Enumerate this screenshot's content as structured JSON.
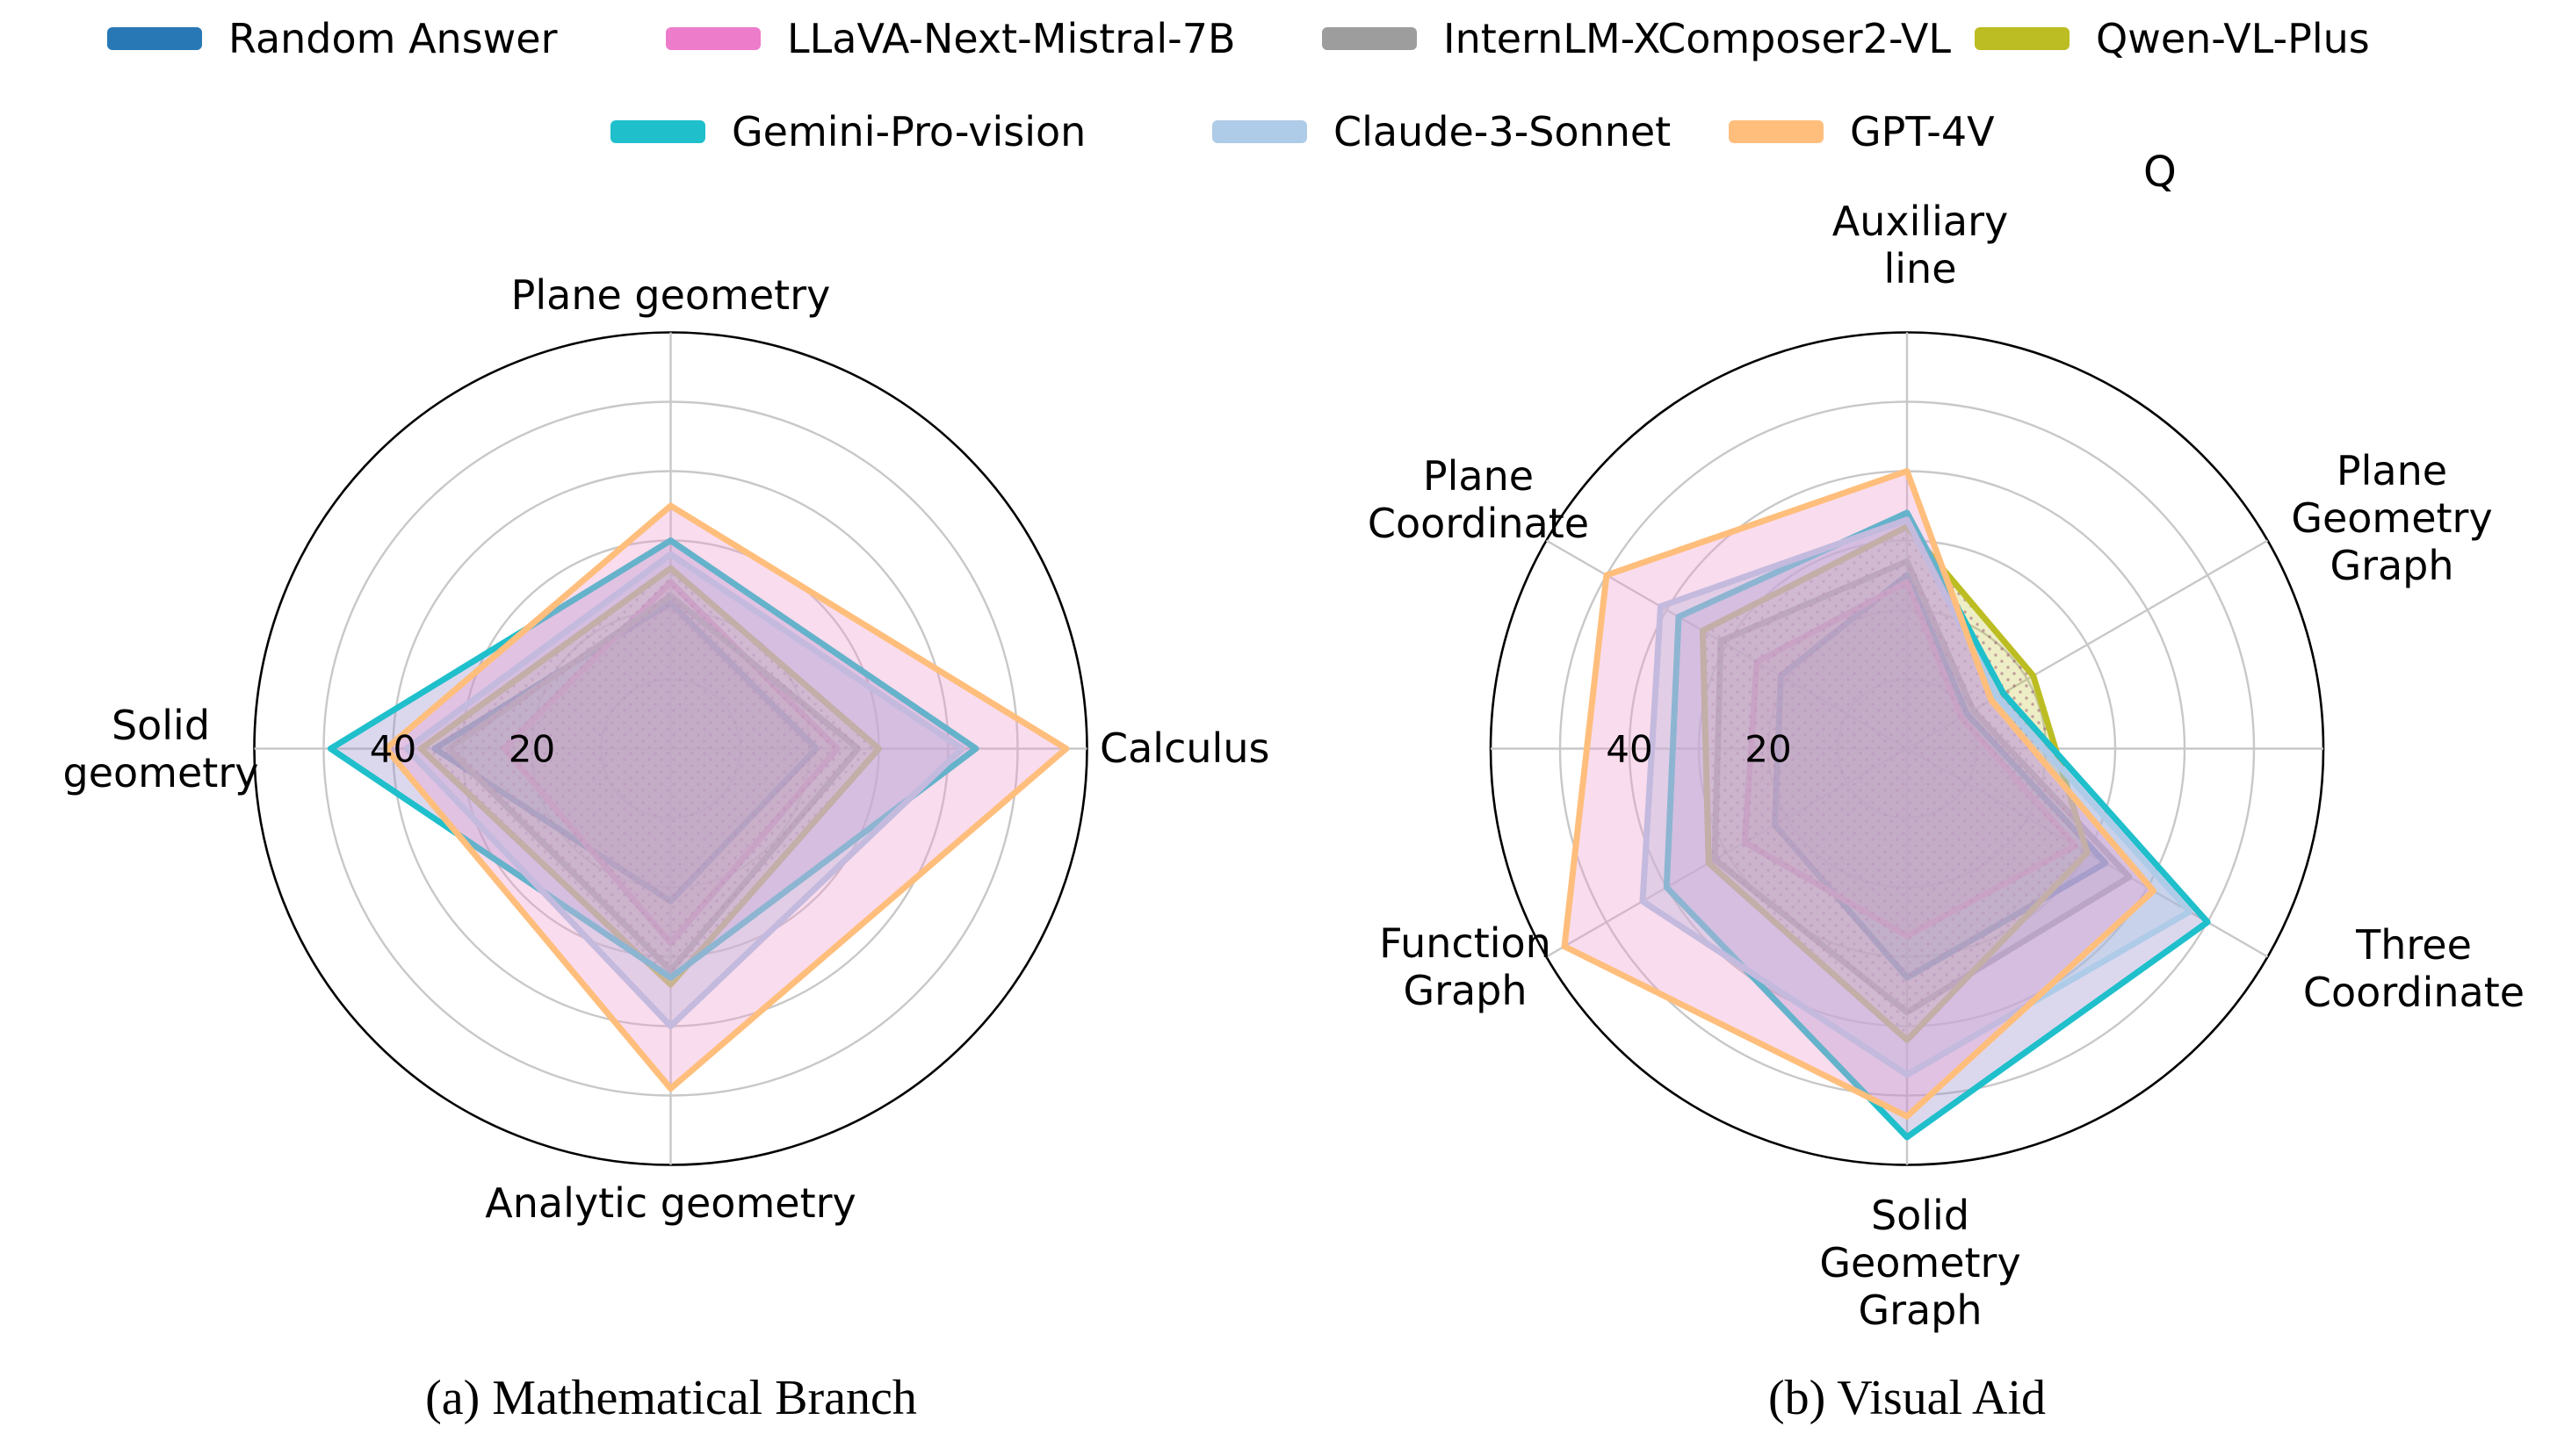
{
  "stray_text": "Q",
  "legend": {
    "rows": [
      [
        {
          "label": "Random Answer",
          "color": "#2878B5"
        },
        {
          "label": "LLaVA-Next-Mistral-7B",
          "color": "#ED7CCB"
        },
        {
          "label": "InternLM-XComposer2-VL",
          "color": "#9D9D9D"
        },
        {
          "label": "Qwen-VL-Plus",
          "color": "#BCBD22"
        }
      ],
      [
        {
          "label": "Gemini-Pro-vision",
          "color": "#1FBFCB"
        },
        {
          "label": "Claude-3-Sonnet",
          "color": "#AECBE8"
        },
        {
          "label": "GPT-4V",
          "color": "#FFBE7C"
        }
      ]
    ]
  },
  "chart_data": [
    {
      "type": "radar",
      "caption": "(a) Mathematical Branch",
      "rmax": 60,
      "rticks": [
        20,
        40
      ],
      "grid": "on",
      "axes": [
        {
          "label_lines": [
            "Plane geometry"
          ],
          "angle_deg": 90
        },
        {
          "label_lines": [
            "Calculus"
          ],
          "angle_deg": 0
        },
        {
          "label_lines": [
            "Analytic geometry"
          ],
          "angle_deg": 270
        },
        {
          "label_lines": [
            "Solid",
            "geometry"
          ],
          "angle_deg": 180
        }
      ],
      "series": [
        {
          "name": "Random Answer",
          "color": "#2878B5",
          "fill": "rgba(40,120,181,0.30)",
          "hatch": false,
          "values": [
            21,
            21,
            22,
            34
          ]
        },
        {
          "name": "LLaVA-Next-Mistral-7B",
          "color": "#ED7CCB",
          "fill": "rgba(237,124,203,0.30)",
          "hatch": false,
          "values": [
            24,
            24,
            28,
            24
          ]
        },
        {
          "name": "InternLM-XComposer2-VL",
          "color": "#9D9D9D",
          "fill": "rgba(158,158,158,0.30)",
          "hatch": false,
          "values": [
            22,
            27,
            32,
            32
          ]
        },
        {
          "name": "Qwen-VL-Plus",
          "color": "#BCBD22",
          "fill": "rgba(188,189,34,0.26)",
          "hatch": true,
          "values": [
            26,
            30,
            34,
            36
          ]
        },
        {
          "name": "Gemini-Pro-vision",
          "color": "#1FBFCB",
          "fill": "rgba(149,141,205,0.34)",
          "hatch": false,
          "values": [
            30,
            44,
            33,
            49
          ]
        },
        {
          "name": "Claude-3-Sonnet",
          "color": "#AECBE8",
          "fill": "rgba(174,203,232,0.42)",
          "hatch": false,
          "values": [
            28,
            42,
            40,
            38
          ]
        },
        {
          "name": "GPT-4V",
          "color": "#FFBE7C",
          "fill": "rgba(236,151,203,0.34)",
          "hatch": false,
          "values": [
            35,
            57,
            49,
            41
          ]
        }
      ]
    },
    {
      "type": "radar",
      "caption": "(b) Visual Aid",
      "rmax": 60,
      "rticks": [
        20,
        40
      ],
      "grid": "on",
      "axes": [
        {
          "label_lines": [
            "Auxiliary",
            "line"
          ],
          "angle_deg": 90
        },
        {
          "label_lines": [
            "Plane",
            "Geometry",
            "Graph"
          ],
          "angle_deg": 30
        },
        {
          "label_lines": [
            "Three",
            "Coordinate"
          ],
          "angle_deg": -30
        },
        {
          "label_lines": [
            "Solid",
            "Geometry",
            "Graph"
          ],
          "angle_deg": -90
        },
        {
          "label_lines": [
            "Function",
            "Graph"
          ],
          "angle_deg": 210
        },
        {
          "label_lines": [
            "Plane",
            "Coordinate"
          ],
          "angle_deg": 150
        }
      ],
      "series": [
        {
          "name": "Random Answer",
          "color": "#2878B5",
          "fill": "rgba(40,120,181,0.30)",
          "hatch": false,
          "values": [
            25,
            10,
            33,
            33,
            22,
            21
          ]
        },
        {
          "name": "LLaVA-Next-Mistral-7B",
          "color": "#ED7CCB",
          "fill": "rgba(237,124,203,0.30)",
          "hatch": false,
          "values": [
            24,
            9,
            28,
            27,
            27,
            25
          ]
        },
        {
          "name": "InternLM-XComposer2-VL",
          "color": "#9D9D9D",
          "fill": "rgba(158,158,158,0.30)",
          "hatch": false,
          "values": [
            27,
            11,
            37,
            38,
            32,
            31
          ]
        },
        {
          "name": "Qwen-VL-Plus",
          "color": "#BCBD22",
          "fill": "rgba(188,189,34,0.26)",
          "hatch": true,
          "values": [
            32,
            21,
            30,
            42,
            33,
            34
          ]
        },
        {
          "name": "Gemini-Pro-vision",
          "color": "#1FBFCB",
          "fill": "rgba(149,141,205,0.34)",
          "hatch": false,
          "values": [
            34,
            16,
            50,
            56,
            40,
            38
          ]
        },
        {
          "name": "Claude-3-Sonnet",
          "color": "#AECBE8",
          "fill": "rgba(174,203,232,0.42)",
          "hatch": false,
          "values": [
            33,
            15,
            47,
            47,
            44,
            41
          ]
        },
        {
          "name": "GPT-4V",
          "color": "#FFBE7C",
          "fill": "rgba(236,151,203,0.34)",
          "hatch": false,
          "values": [
            40,
            14,
            41,
            53,
            57,
            50
          ]
        }
      ]
    }
  ]
}
